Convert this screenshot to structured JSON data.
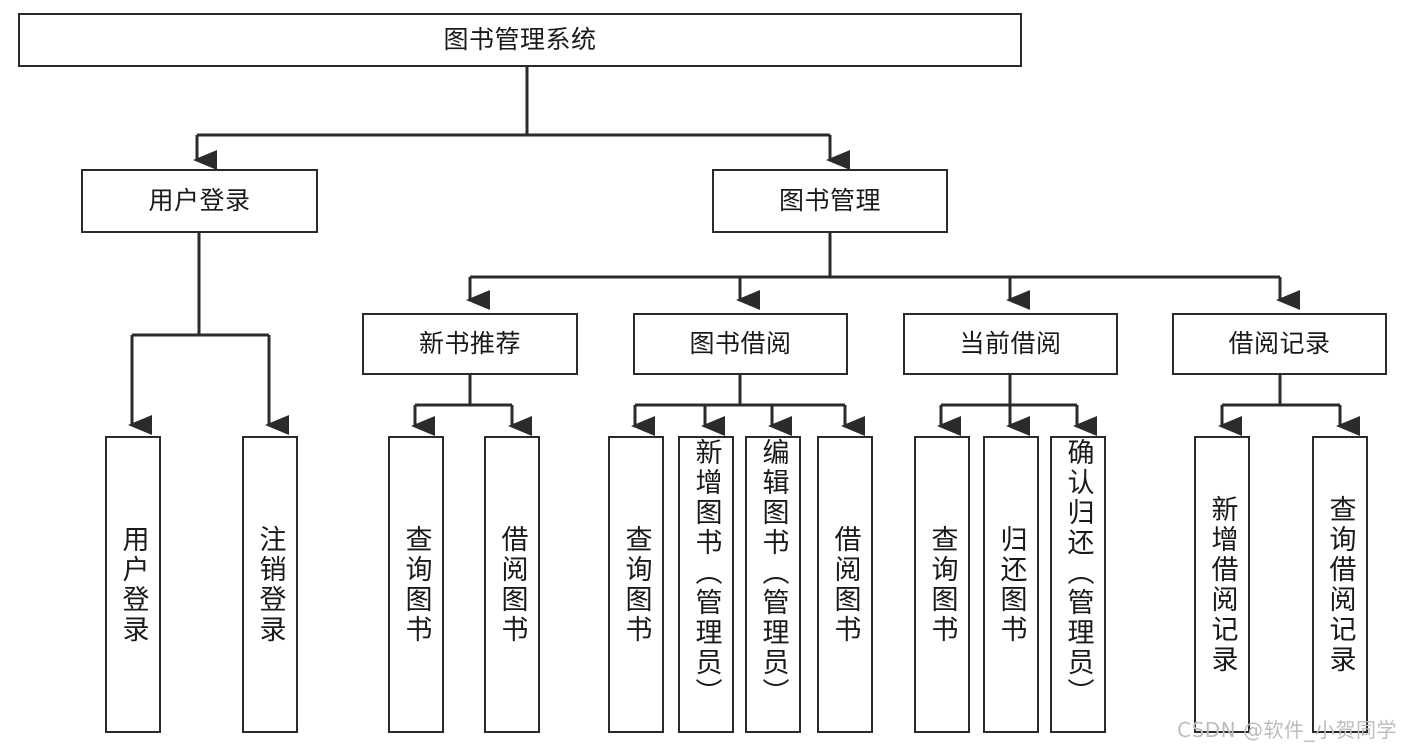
{
  "diagram": {
    "title": "图书管理系统",
    "type": "tree-hierarchy-diagram",
    "stroke_color": "#2b2b2b",
    "fill_color": "#ffffff"
  },
  "nodes": {
    "root": {
      "label": "图书管理系统"
    },
    "l1": [
      {
        "label": "用户登录"
      },
      {
        "label": "图书管理"
      }
    ],
    "l2": [
      {
        "label": "新书推荐"
      },
      {
        "label": "图书借阅"
      },
      {
        "label": "当前借阅"
      },
      {
        "label": "借阅记录"
      }
    ],
    "leaves": {
      "user_login": [
        {
          "label": "用户登录"
        },
        {
          "label": "注销登录"
        }
      ],
      "new_book": [
        {
          "label": "查询图书"
        },
        {
          "label": "借阅图书"
        }
      ],
      "book_borrow": [
        {
          "label": "查询图书"
        },
        {
          "label": "新增图书（管理员）"
        },
        {
          "label": "编辑图书（管理员）"
        },
        {
          "label": "借阅图书"
        }
      ],
      "current_borrow": [
        {
          "label": "查询图书"
        },
        {
          "label": "归还图书"
        },
        {
          "label": "确认归还（管理员）"
        }
      ],
      "borrow_record": [
        {
          "label": "新增借阅记录"
        },
        {
          "label": "查询借阅记录"
        }
      ]
    }
  },
  "watermark": {
    "text": "CSDN @软件_小贺同学"
  }
}
